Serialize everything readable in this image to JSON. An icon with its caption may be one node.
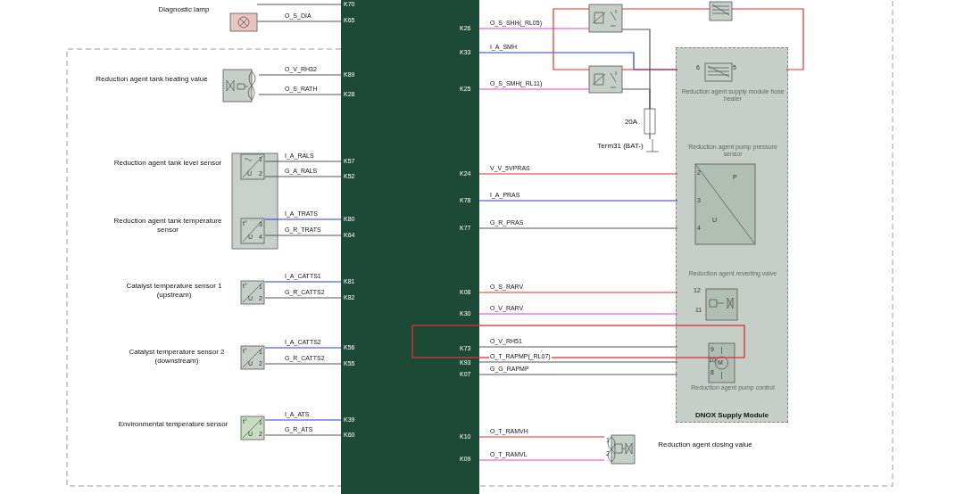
{
  "diagram": {
    "nodes": [
      {
        "text": [],
        "shape": "bar"
      },
      {
        "text": [
          "Diagnostic lamp"
        ]
      },
      {
        "text": [
          "Reduction agent tank heating value"
        ]
      },
      {
        "text": [
          "Reduction agent tank level sensor"
        ]
      },
      {
        "text": [
          "Reduction agent tank temperature sensor"
        ]
      },
      {
        "text": [
          "Catalyst temperature sensor 1 (upstream)"
        ]
      },
      {
        "text": [
          "Catalyst temperature sensor 2 (downstream)"
        ]
      },
      {
        "text": [
          "Environmental temperature sensor"
        ]
      },
      {
        "text": [],
        "shape": "box"
      },
      {
        "text": [],
        "shape": "box"
      },
      {
        "text": [],
        "shape": "box"
      },
      {
        "text": [],
        "shape": "box",
        "beside": [
          "20A"
        ]
      },
      {
        "text": [
          "Term31 (BAT-)"
        ]
      },
      {
        "text": [
          "DNOX Supply Module"
        ]
      },
      {
        "text": [
          "Reduction agent supply module hose heater"
        ],
        "in": 13
      },
      {
        "text": [
          "Reduction agent pump pressure sensor"
        ],
        "in": 13
      },
      {
        "text": [
          "Reduction agent reverting valve"
        ],
        "in": 13
      },
      {
        "text": [
          "Reduction agent pump control"
        ],
        "in": 13
      },
      {
        "text": [
          "Reduction agent dosing value"
        ]
      }
    ],
    "edges": [
      {
        "from": 1,
        "to": 0,
        "arrow": "none"
      },
      {
        "from": 1,
        "to": 0,
        "arrow": "none",
        "label": "O_S_DIA"
      },
      {
        "from": 2,
        "to": 0,
        "arrow": "none",
        "label": "O_V_RH32"
      },
      {
        "from": 2,
        "to": 0,
        "arrow": "none",
        "label": "O_S_RATH"
      },
      {
        "from": 3,
        "to": 0,
        "arrow": "none",
        "label": "I_A_RALS"
      },
      {
        "from": 3,
        "to": 0,
        "arrow": "none",
        "label": "G_A_RALS"
      },
      {
        "from": 4,
        "to": 0,
        "arrow": "none",
        "label": "I_A_TRATS",
        "color": "#2b3bdc"
      },
      {
        "from": 4,
        "to": 0,
        "arrow": "none",
        "label": "G_R_TRATS"
      },
      {
        "from": 5,
        "to": 0,
        "arrow": "none",
        "label": "I_A_CATTS1",
        "color": "#2b3bdc"
      },
      {
        "from": 5,
        "to": 0,
        "arrow": "none",
        "label": "G_R_CATTS2"
      },
      {
        "from": 6,
        "to": 0,
        "arrow": "none",
        "label": "I_A_CATTS2",
        "color": "#2b3bdc"
      },
      {
        "from": 6,
        "to": 0,
        "arrow": "none",
        "label": "G_R_CATTS2"
      },
      {
        "from": 7,
        "to": 0,
        "arrow": "none",
        "label": "I_A_ATS",
        "color": "#2b3bdc"
      },
      {
        "from": 7,
        "to": 0,
        "arrow": "none",
        "label": "G_R_ATS"
      },
      {
        "from": 0,
        "to": 8,
        "arrow": "none",
        "label": "O_S_SHH(_RL05)",
        "color": "#e040e0"
      },
      {
        "from": 0,
        "to": 14,
        "arrow": "none",
        "label": "I_A_SMH",
        "color": "#2b3bdc"
      },
      {
        "from": 0,
        "to": 9,
        "arrow": "none",
        "label": "O_S_SMH(_RL11)",
        "color": "#e040e0"
      },
      {
        "from": 0,
        "to": 15,
        "arrow": "none",
        "label": "V_V_5VPRAS",
        "color": "#e03030"
      },
      {
        "from": 0,
        "to": 15,
        "arrow": "none",
        "label": "I_A_PRAS",
        "color": "#2b3bdc"
      },
      {
        "from": 0,
        "to": 15,
        "arrow": "none",
        "label": "G_R_PRAS"
      },
      {
        "from": 0,
        "to": 16,
        "arrow": "none",
        "label": "O_S_RARV",
        "color": "#e03030"
      },
      {
        "from": 0,
        "to": 16,
        "arrow": "none",
        "label": "O_V_RARV",
        "color": "#e040e0"
      },
      {
        "from": 0,
        "to": 17,
        "arrow": "none",
        "label": "O_V_RH51"
      },
      {
        "from": 0,
        "to": 17,
        "arrow": "none",
        "label": "O_T_RAPMP(_RL07)"
      },
      {
        "from": 0,
        "to": 17,
        "arrow": "none",
        "label": "G_G_RAPMP"
      },
      {
        "from": 0,
        "to": 18,
        "arrow": "none",
        "label": "O_T_RAMVH",
        "color": "#e03030"
      },
      {
        "from": 0,
        "to": 18,
        "arrow": "none",
        "label": "O_T_RAMVL",
        "color": "#e040e0"
      },
      {
        "from": 8,
        "to": 10,
        "arrow": "none",
        "color": "#e03030"
      },
      {
        "from": 9,
        "to": 14,
        "arrow": "none",
        "color": "#e03030"
      },
      {
        "from": 8,
        "to": 9,
        "arrow": "none",
        "color": "#e03030"
      },
      {
        "from": 10,
        "to": 14,
        "arrow": "none",
        "color": "#e03030"
      },
      {
        "from": 8,
        "to": 11,
        "arrow": "none"
      },
      {
        "from": 9,
        "to": 11,
        "arrow": "none"
      },
      {
        "from": 11,
        "to": 12,
        "arrow": "none"
      }
    ],
    "labels": [
      "K70",
      "K65",
      "K26",
      "K33",
      "K89",
      "K28",
      "K25",
      "K57",
      "K52",
      "K24",
      "K78",
      "K80",
      "K64",
      "K77",
      "K81",
      "K82",
      "K08",
      "K30",
      "K56",
      "K73",
      "K93",
      "K07",
      "K55",
      "K39",
      "K60",
      "K10",
      "K09",
      "1",
      "U",
      "2",
      "t°",
      "3",
      "U",
      "4",
      "t°",
      "1",
      "U",
      "2",
      "t°",
      "1",
      "U",
      "2",
      "t°",
      "1",
      "U",
      "2",
      "6",
      "5",
      "2",
      "P",
      "3",
      "U",
      "4",
      "12",
      "11",
      "9",
      "10",
      "M",
      "8",
      "1",
      "2"
    ]
  }
}
